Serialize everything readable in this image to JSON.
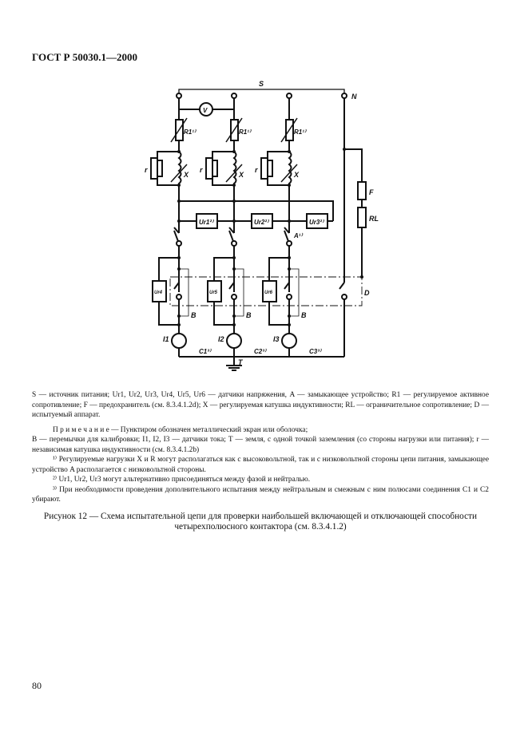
{
  "header": "ГОСТ Р 50030.1—2000",
  "diagram": {
    "source": "S",
    "neutral": "N",
    "voltmeter": "V",
    "resistors": [
      "R1¹⁾",
      "R1¹⁾",
      "R1¹⁾"
    ],
    "coil_r": "r",
    "coil_x": "X",
    "sensors_top": [
      "Ur1²⁾",
      "Ur2²⁾",
      "Ur3²⁾"
    ],
    "switch_a": "A¹⁾",
    "sensors_bottom": [
      "Ur4",
      "Ur5",
      "Ur6"
    ],
    "bridge": "B",
    "device": "D",
    "fuse": "F",
    "rl": "RL",
    "current": [
      "I1",
      "I2",
      "I3"
    ],
    "connections": [
      "C1³⁾",
      "C2³⁾",
      "C3³⁾"
    ],
    "earth": "T"
  },
  "legend": "S — источник питания; Ur1, Ur2, Ur3, Ur4, Ur5, Ur6 — датчики напряжения, A — замыкающее устройство; R1 — регулируемое активное сопротивление; F — предохранитель (см. 8.3.4.1.2d); X — регулируемая катушка индуктивности; RL — ограничительное сопротивление; D — испытуемый аппарат.",
  "note_lead": "П р и м е ч а н и е — Пунктиром обозначен металлический экран или оболочка;",
  "note_body": "B — перемычки для калибровки; I1, I2, I3 — датчики тока; T — земля, с одной точкой заземления (со стороны нагрузки или питания); r — независимая катушка индуктивности (см. 8.3.4.1.2b)",
  "footnotes": [
    "¹⁾ Регулируемые нагрузки X и R могут располагаться как с высоковольтной, так и с низковольтной стороны цепи питания, замыкающее устройство A располагается с низковольтной стороны.",
    "²⁾ Ur1, Ur2, Ur3 могут альтернативно присоединяться между фазой и нейтралью.",
    "³⁾ При необходимости проведения дополнительного испытания между нейтральным и смежным с ним полюсами соединения C1 и C2 убирают."
  ],
  "caption": "Рисунок 12 — Схема испытательной цепи для проверки наибольшей включающей и отключающей способности четырехполюсного контактора (см. 8.3.4.1.2)",
  "page_number": "80"
}
